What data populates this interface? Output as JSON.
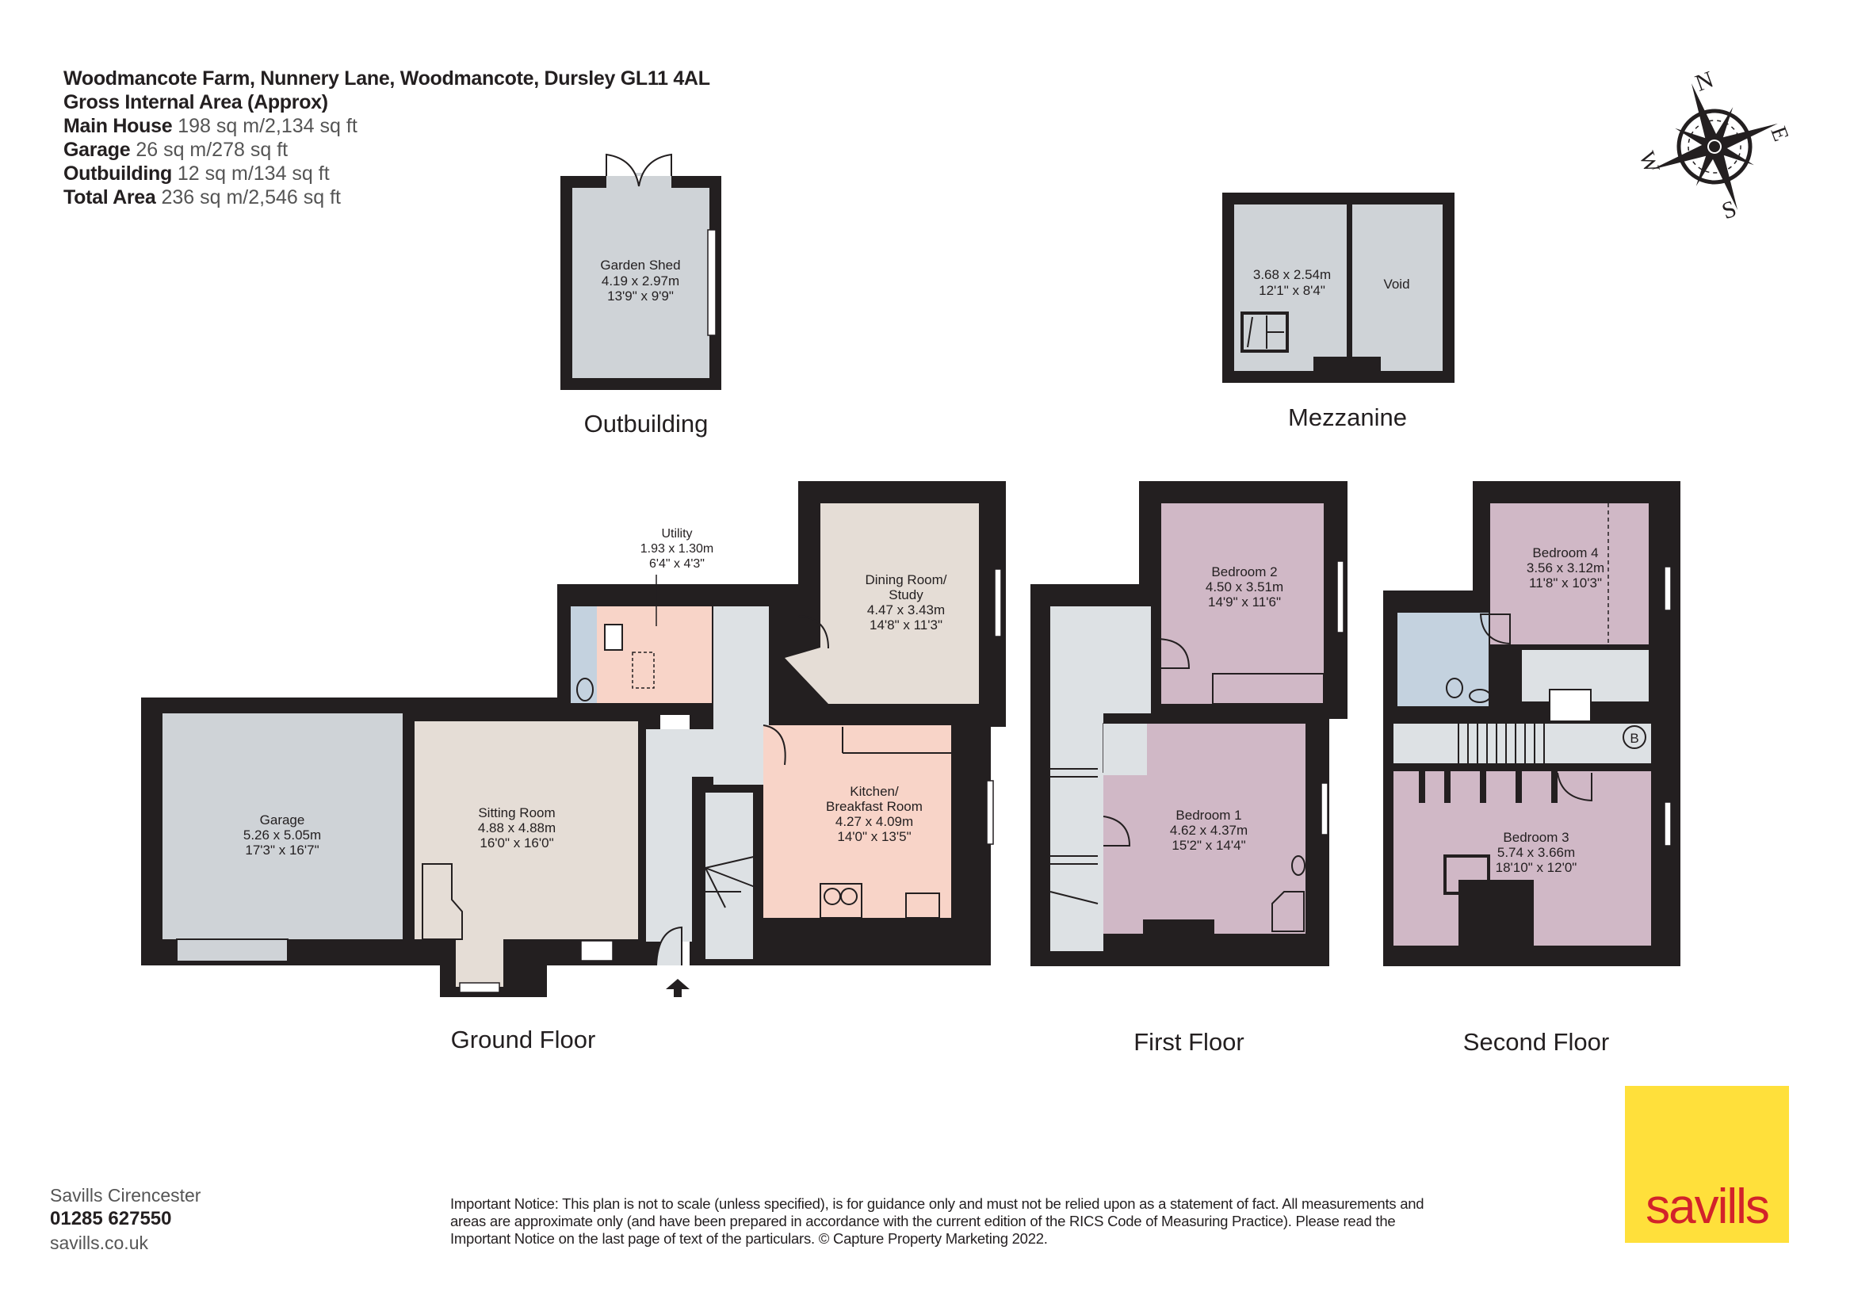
{
  "header": {
    "address": "Woodmancote Farm, Nunnery Lane, Woodmancote, Dursley GL11 4AL",
    "gia_title": "Gross Internal Area (Approx)",
    "areas": [
      {
        "label": "Main House",
        "value": "198 sq m/2,134 sq ft"
      },
      {
        "label": "Garage",
        "value": "26 sq m/278 sq ft"
      },
      {
        "label": "Outbuilding",
        "value": "12 sq m/134 sq ft"
      },
      {
        "label": "Total Area",
        "value": "236 sq m/2,546 sq ft"
      }
    ]
  },
  "compass": {
    "icon": "compass-rose-icon",
    "n": "N",
    "e": "E",
    "s": "S",
    "w": "W"
  },
  "colors": {
    "wall": "#231f20",
    "grey_room": "#cfd3d7",
    "hall": "#dde1e4",
    "beige_room": "#e5ddd6",
    "pink_room": "#f8d4c8",
    "mauve_room": "#d0b8c6",
    "blue_room": "#c4d2df",
    "logo_yellow": "#ffe03b",
    "logo_red": "#d2232a"
  },
  "outbuilding": {
    "label": "Outbuilding",
    "rooms": [
      {
        "name": "Garden Shed",
        "metric": "4.19 x 2.97m",
        "imperial": "13'9\" x 9'9\""
      }
    ]
  },
  "mezzanine": {
    "label": "Mezzanine",
    "rooms": [
      {
        "name": "",
        "metric": "3.68 x 2.54m",
        "imperial": "12'1\" x 8'4\""
      },
      {
        "name": "Void"
      }
    ]
  },
  "ground_floor": {
    "label": "Ground Floor",
    "rooms": [
      {
        "name": "Garage",
        "metric": "5.26 x 5.05m",
        "imperial": "17'3\" x 16'7\""
      },
      {
        "name": "Sitting Room",
        "metric": "4.88 x 4.88m",
        "imperial": "16'0\" x 16'0\""
      },
      {
        "name": "Utility",
        "metric": "1.93 x 1.30m",
        "imperial": "6'4\" x 4'3\""
      },
      {
        "name": "Dining Room/",
        "name2": "Study",
        "metric": "4.47 x 3.43m",
        "imperial": "14'8\" x 11'3\""
      },
      {
        "name": "Kitchen/",
        "name2": "Breakfast Room",
        "metric": "4.27 x 4.09m",
        "imperial": "14'0\" x 13'5\""
      }
    ]
  },
  "first_floor": {
    "label": "First Floor",
    "rooms": [
      {
        "name": "Bedroom 2",
        "metric": "4.50 x 3.51m",
        "imperial": "14'9\" x 11'6\""
      },
      {
        "name": "Bedroom 1",
        "metric": "4.62 x 4.37m",
        "imperial": "15'2\" x 14'4\""
      }
    ]
  },
  "second_floor": {
    "label": "Second Floor",
    "boiler": "B",
    "rooms": [
      {
        "name": "Bedroom 4",
        "metric": "3.56 x 3.12m",
        "imperial": "11'8\" x 10'3\""
      },
      {
        "name": "Bedroom 3",
        "metric": "5.74 x 3.66m",
        "imperial": "18'10\" x 12'0\""
      }
    ]
  },
  "footer": {
    "office": "Savills Cirencester",
    "phone": "01285 627550",
    "website": "savills.co.uk",
    "notice": "Important Notice: This plan is not to scale (unless specified), is for guidance only and must not be relied upon as a statement of fact. All measurements and areas are approximate only (and have been prepared in accordance with the current edition of the RICS Code of Measuring Practice). Please read the Important Notice on the last page of text of the particulars. © Capture Property Marketing 2022.",
    "logo_text": "savills"
  }
}
